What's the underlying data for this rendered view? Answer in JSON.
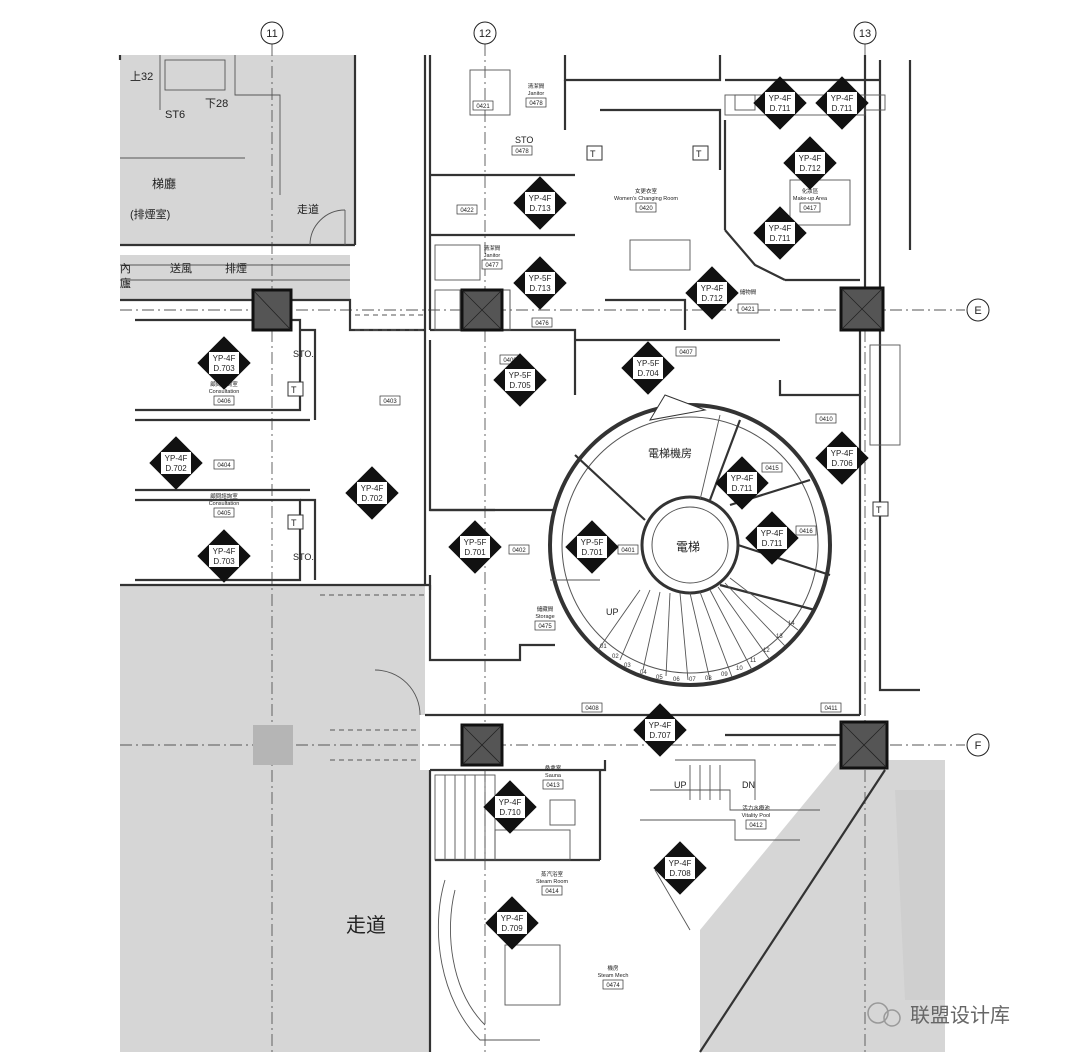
{
  "grid": {
    "columns": [
      "11",
      "12",
      "13"
    ],
    "rows": [
      "E",
      "F"
    ]
  },
  "labels": {
    "up32": "上32",
    "down28": "下28",
    "st6": "ST6",
    "stair_hall": "梯廳",
    "smoke_room": "(排煙室)",
    "corridor_small": "走道",
    "corridor_large": "走道",
    "left_frag_1": "內",
    "left_frag_2": "廬",
    "blowoff": "送風",
    "exhaust": "排煙",
    "elev_machine_room": "電梯機房",
    "elevator": "電梯",
    "up": "UP",
    "up2": "UP",
    "dn": "DN",
    "sto_1": "STO.",
    "sto_2": "STO.",
    "sto_3": "STO",
    "t_mark": "T",
    "watermark": "联盟设计库"
  },
  "rooms": [
    {
      "id": "0421",
      "name": "",
      "en": ""
    },
    {
      "id": "0478",
      "name": "清潔間",
      "en": "Janitor"
    },
    {
      "id": "0478",
      "name": "",
      "en": ""
    },
    {
      "id": "0422",
      "name": "",
      "en": ""
    },
    {
      "id": "0477",
      "name": "清潔間",
      "en": "Janitor"
    },
    {
      "id": "0420",
      "name": "女更衣室",
      "en": "Women's Changing Room"
    },
    {
      "id": "0417",
      "name": "化妝區",
      "en": "Make-up Area"
    },
    {
      "id": "0421",
      "name": "儲物間",
      "en": ""
    },
    {
      "id": "0476",
      "name": "",
      "en": ""
    },
    {
      "id": "0406",
      "name": "顧問諮詢室",
      "en": "Consultation"
    },
    {
      "id": "0404",
      "name": "",
      "en": ""
    },
    {
      "id": "0405",
      "name": "顧問諮詢室",
      "en": "Consultation"
    },
    {
      "id": "0403",
      "name": "",
      "en": ""
    },
    {
      "id": "0409",
      "name": "",
      "en": ""
    },
    {
      "id": "0407",
      "name": "",
      "en": ""
    },
    {
      "id": "0410",
      "name": "",
      "en": ""
    },
    {
      "id": "0415",
      "name": "",
      "en": ""
    },
    {
      "id": "0416",
      "name": "",
      "en": ""
    },
    {
      "id": "0402",
      "name": "",
      "en": ""
    },
    {
      "id": "0401",
      "name": "",
      "en": ""
    },
    {
      "id": "0475",
      "name": "儲藏間",
      "en": "Storage"
    },
    {
      "id": "0408",
      "name": "",
      "en": ""
    },
    {
      "id": "0411",
      "name": "",
      "en": ""
    },
    {
      "id": "0413",
      "name": "桑拿室",
      "en": "Sauna"
    },
    {
      "id": "0412",
      "name": "活力水療池",
      "en": "Vitality Pool"
    },
    {
      "id": "0414",
      "name": "蒸汽浴室",
      "en": "Steam Room"
    },
    {
      "id": "0474",
      "name": "機房",
      "en": "Steam Mech"
    }
  ],
  "tags": [
    {
      "code": "YP-4F",
      "ref": "D.711"
    },
    {
      "code": "YP-4F",
      "ref": "D.711"
    },
    {
      "code": "YP-4F",
      "ref": "D.712"
    },
    {
      "code": "YP-4F",
      "ref": "D.711"
    },
    {
      "code": "YP-4F",
      "ref": "D.713"
    },
    {
      "code": "YP-5F",
      "ref": "D.713"
    },
    {
      "code": "YP-4F",
      "ref": "D.712"
    },
    {
      "code": "YP-4F",
      "ref": "D.703"
    },
    {
      "code": "YP-5F",
      "ref": "D.705"
    },
    {
      "code": "YP-5F",
      "ref": "D.704"
    },
    {
      "code": "YP-4F",
      "ref": "D.702"
    },
    {
      "code": "YP-4F",
      "ref": "D.702"
    },
    {
      "code": "YP-4F",
      "ref": "D.711"
    },
    {
      "code": "YP-4F",
      "ref": "D.706"
    },
    {
      "code": "YP-4F",
      "ref": "D.711"
    },
    {
      "code": "YP-4F",
      "ref": "D.703"
    },
    {
      "code": "YP-5F",
      "ref": "D.701"
    },
    {
      "code": "YP-5F",
      "ref": "D.701"
    },
    {
      "code": "YP-4F",
      "ref": "D.707"
    },
    {
      "code": "YP-4F",
      "ref": "D.710"
    },
    {
      "code": "YP-4F",
      "ref": "D.708"
    },
    {
      "code": "YP-4F",
      "ref": "D.709"
    }
  ],
  "stair_numbers": [
    "01",
    "02",
    "03",
    "04",
    "05",
    "06",
    "07",
    "08",
    "09",
    "10",
    "11",
    "12",
    "13",
    "14"
  ],
  "colors": {
    "column": "#555555",
    "grey_zone": "#d6d6d6",
    "wall": "#333333"
  }
}
